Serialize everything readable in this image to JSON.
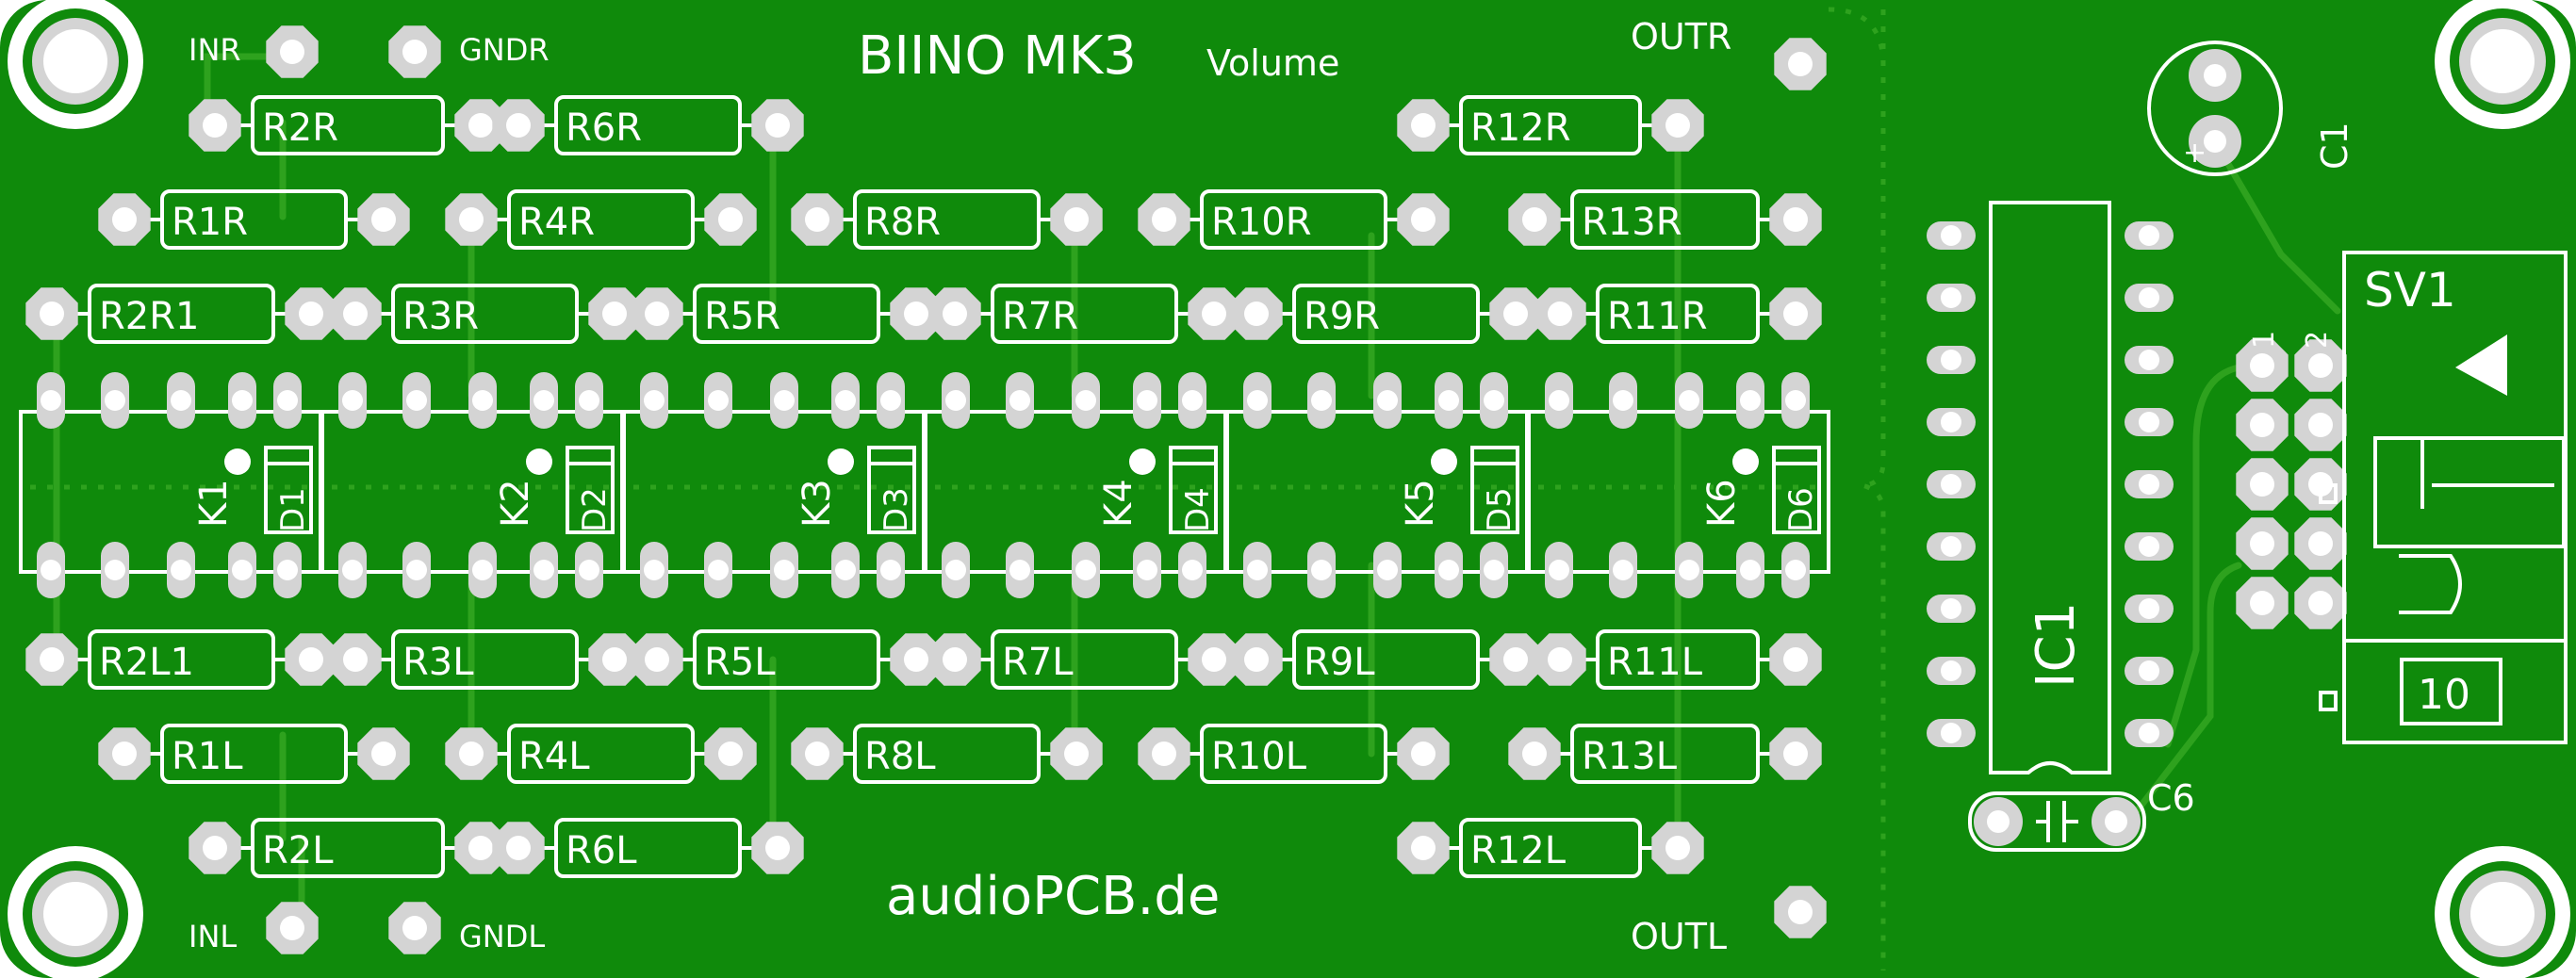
{
  "colors": {
    "board": "#0f8a0b",
    "copper_trace": "#2ea21e",
    "pad": "#d4d4d4",
    "silkscreen": "#ffffff"
  },
  "board": {
    "title": "BIINO MK3",
    "subtitle": "Volume",
    "url": "audioPCB.de"
  },
  "connectors": {
    "inr": "INR",
    "gndr": "GNDR",
    "inl": "INL",
    "gndl": "GNDL",
    "outr": "OUTR",
    "outl": "OUTL"
  },
  "resistors": {
    "r2r": "R2R",
    "r6r": "R6R",
    "r12r": "R12R",
    "r1r": "R1R",
    "r4r": "R4R",
    "r8r": "R8R",
    "r10r": "R10R",
    "r13r": "R13R",
    "r2r1": "R2R1",
    "r3r": "R3R",
    "r5r": "R5R",
    "r7r": "R7R",
    "r9r": "R9R",
    "r11r": "R11R",
    "r2l1": "R2L1",
    "r3l": "R3L",
    "r5l": "R5L",
    "r7l": "R7L",
    "r9l": "R9L",
    "r11l": "R11L",
    "r1l": "R1L",
    "r4l": "R4L",
    "r8l": "R8L",
    "r10l": "R10L",
    "r13l": "R13L",
    "r2l": "R2L",
    "r6l": "R6L",
    "r12l": "R12L"
  },
  "relays": [
    "K1",
    "K2",
    "K3",
    "K4",
    "K5",
    "K6"
  ],
  "diodes": [
    "D1",
    "D2",
    "D3",
    "D4",
    "D5",
    "D6"
  ],
  "ic": {
    "label": "IC1"
  },
  "capacitors": {
    "c1": "C1",
    "c1_polarity": "+",
    "c6": "C6"
  },
  "header": {
    "label": "SV1",
    "pin1": "1",
    "pin2": "2",
    "pin_count": "10"
  }
}
